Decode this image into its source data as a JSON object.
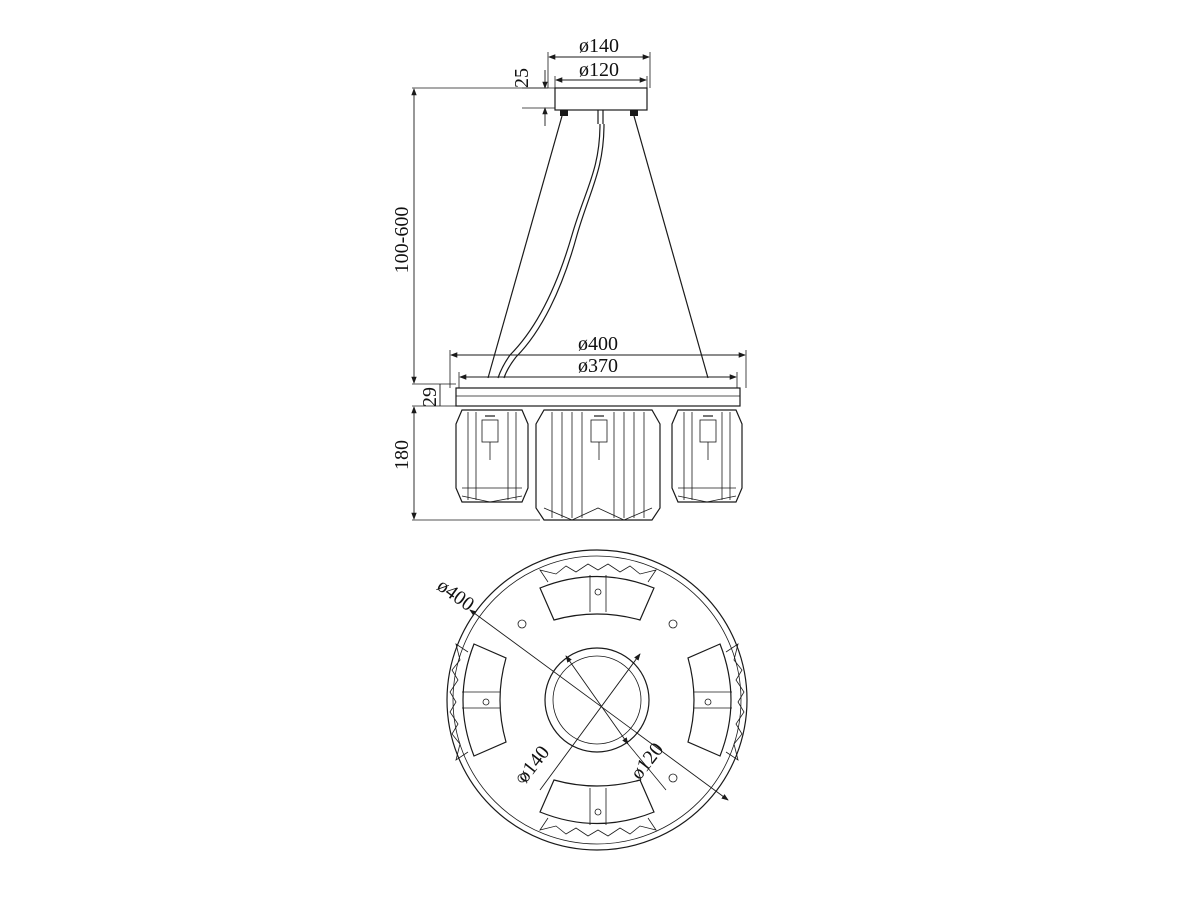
{
  "drawing": {
    "side_view": {
      "canopy_outer_diameter": "ø140",
      "canopy_inner_diameter": "ø120",
      "canopy_height": "25",
      "suspension_length": "100-600",
      "ring_outer_diameter": "ø400",
      "ring_inner_diameter": "ø370",
      "ring_height": "29",
      "shade_height": "180"
    },
    "top_view": {
      "ring_diameter": "ø400",
      "canopy_outer_diameter": "ø140",
      "canopy_inner_diameter": "ø120"
    }
  }
}
